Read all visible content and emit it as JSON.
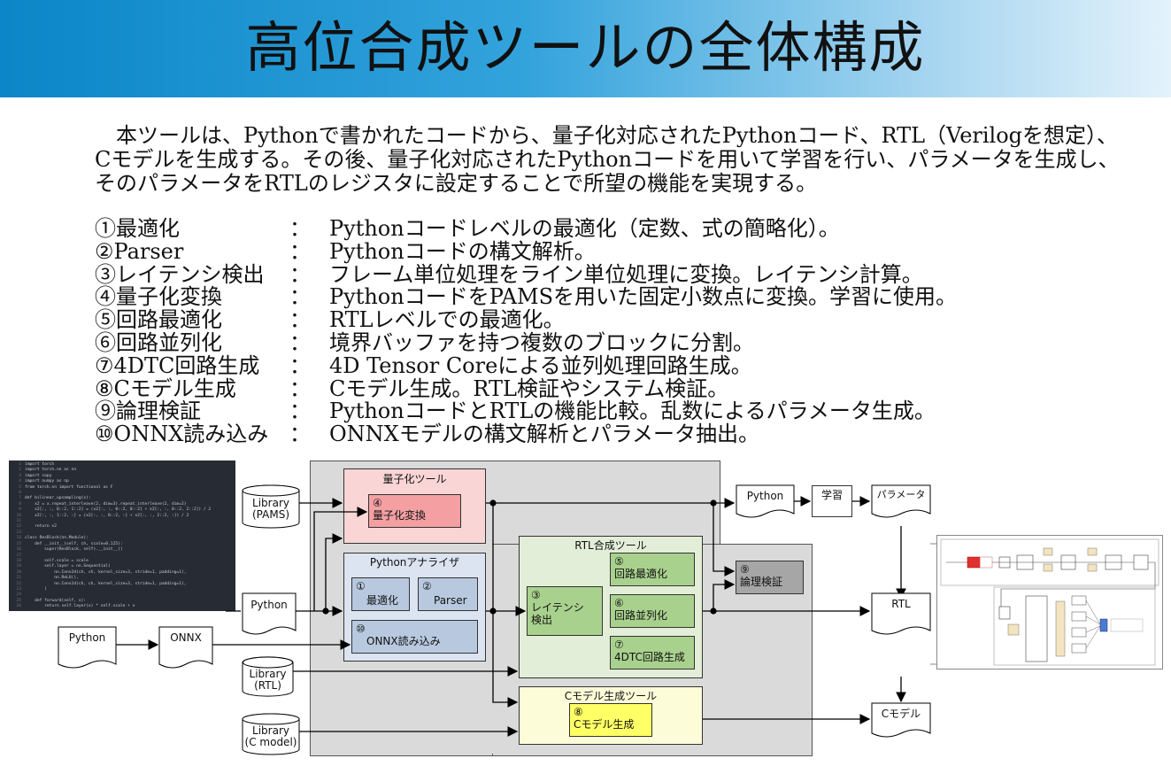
{
  "slide": {
    "title": "高位合成ツールの全体構成",
    "intro": "　本ツールは、Pythonで書かれたコードから、量子化対応されたPythonコード、RTL（Verilogを想定）、Cモデルを生成する。その後、量子化対応されたPythonコードを用いて学習を行い、パラメータを生成し、そのパラメータをRTLのレジスタに設定することで所望の機能を実現する。",
    "steps": [
      {
        "name": "①最適化",
        "colon": "：",
        "desc": "Pythonコードレベルの最適化（定数、式の簡略化）。"
      },
      {
        "name": "②Parser",
        "colon": "：",
        "desc": "Pythonコードの構文解析。"
      },
      {
        "name": "③レイテンシ検出",
        "colon": "：",
        "desc": "フレーム単位処理をライン単位処理に変換。レイテンシ計算。"
      },
      {
        "name": "④量子化変換",
        "colon": "：",
        "desc": "PythonコードをPAMSを用いた固定小数点に変換。学習に使用。"
      },
      {
        "name": "⑤回路最適化",
        "colon": "：",
        "desc": "RTLレベルでの最適化。"
      },
      {
        "name": "⑥回路並列化",
        "colon": "：",
        "desc": "境界バッファを持つ複数のブロックに分割。"
      },
      {
        "name": "⑦4DTC回路生成",
        "colon": "：",
        "desc": "4D Tensor Coreによる並列処理回路生成。"
      },
      {
        "name": "⑧Cモデル生成",
        "colon": "：",
        "desc": "Cモデル生成。RTL検証やシステム検証。"
      },
      {
        "name": "⑨論理検証",
        "colon": "：",
        "desc": "PythonコードとRTLの機能比較。乱数によるパラメータ生成。"
      },
      {
        "name": "⑩ONNX読み込み",
        "colon": "：",
        "desc": "ONNXモデルの構文解析とパラメータ抽出。"
      }
    ]
  },
  "diagram": {
    "cylinders": {
      "pams": "Library\n(PAMS)",
      "rtl": "Library\n(RTL)",
      "cmodel": "Library\n(C model)"
    },
    "documents": {
      "python_in": "Python",
      "python_src": "Python",
      "onnx": "ONNX",
      "python_out": "Python",
      "params": "パラメータ",
      "rtl_out": "RTL",
      "cmodel_out": "Cモデル"
    },
    "process": {
      "learning": "学習"
    },
    "groups": {
      "quant_tool": "量子化ツール",
      "py_analyzer": "Pythonアナライザ",
      "rtl_tool": "RTL合成ツール",
      "cmodel_tool": "Cモデル生成ツール"
    },
    "blocks": {
      "b4_num": "④",
      "b4_label": "量子化変換",
      "b1_num": "①",
      "b1_label": "最適化",
      "b2_num": "②",
      "b2_label": "Parser",
      "b10_num": "⑩",
      "b10_label": "ONNX読み込み",
      "b3_num": "③",
      "b3_label": "レイテンシ\n検出",
      "b5_num": "⑤",
      "b5_label": "回路最適化",
      "b6_num": "⑥",
      "b6_label": "回路並列化",
      "b7_num": "⑦",
      "b7_label": "4DTC回路生成",
      "b8_num": "⑧",
      "b8_label": "Cモデル生成",
      "b9_num": "⑨",
      "b9_label": "論理検証"
    },
    "colors": {
      "quant": "#f9d5d6",
      "quant_block": "#f4a0a3",
      "analyzer": "#dbe4f0",
      "analyzer_block": "#b8c9df",
      "rtl": "#e3eed8",
      "rtl_block": "#a9d18e",
      "cmodel": "#fdfcd8",
      "cmodel_block": "#ffff66",
      "verify": "#a6a6a6",
      "container": "#dadada"
    }
  },
  "code": {
    "lines": [
      "import torch",
      "import torch.nn as nn",
      "import copy",
      "import numpy as np",
      "from torch.nn import functional as F",
      "",
      "def bilinear_upsampling(x):",
      "    x2 = x.repeat_interleave(2, dim=3).repeat_interleave(2, dim=2)",
      "    x2[:, :, 0::2, 1::2] = (x2[:, :, 0::2, 0::2] + x2[:, :, 0::2, 2::2]) / 2",
      "    x2[:, :, 1::2, :] = (x2[:, :, 0::2, :] + x2[:, :, 2::2, :]) / 2",
      "",
      "    return x2",
      "",
      "class ResBlock(nn.Module):",
      "    def __init__(self, ch, scale=0.125):",
      "        super(ResBlock, self).__init__()",
      "",
      "        self.scale = scale",
      "        self.layer = nn.Sequential(",
      "            nn.Conv2d(ch, ch, kernel_size=3, stride=1, padding=1),",
      "            nn.ReLU(),",
      "            nn.Conv2d(ch, ch, kernel_size=3, stride=1, padding=1),",
      "        )",
      "",
      "    def forward(self, x):",
      "        return self.layer(x) * self.scale + x"
    ]
  }
}
